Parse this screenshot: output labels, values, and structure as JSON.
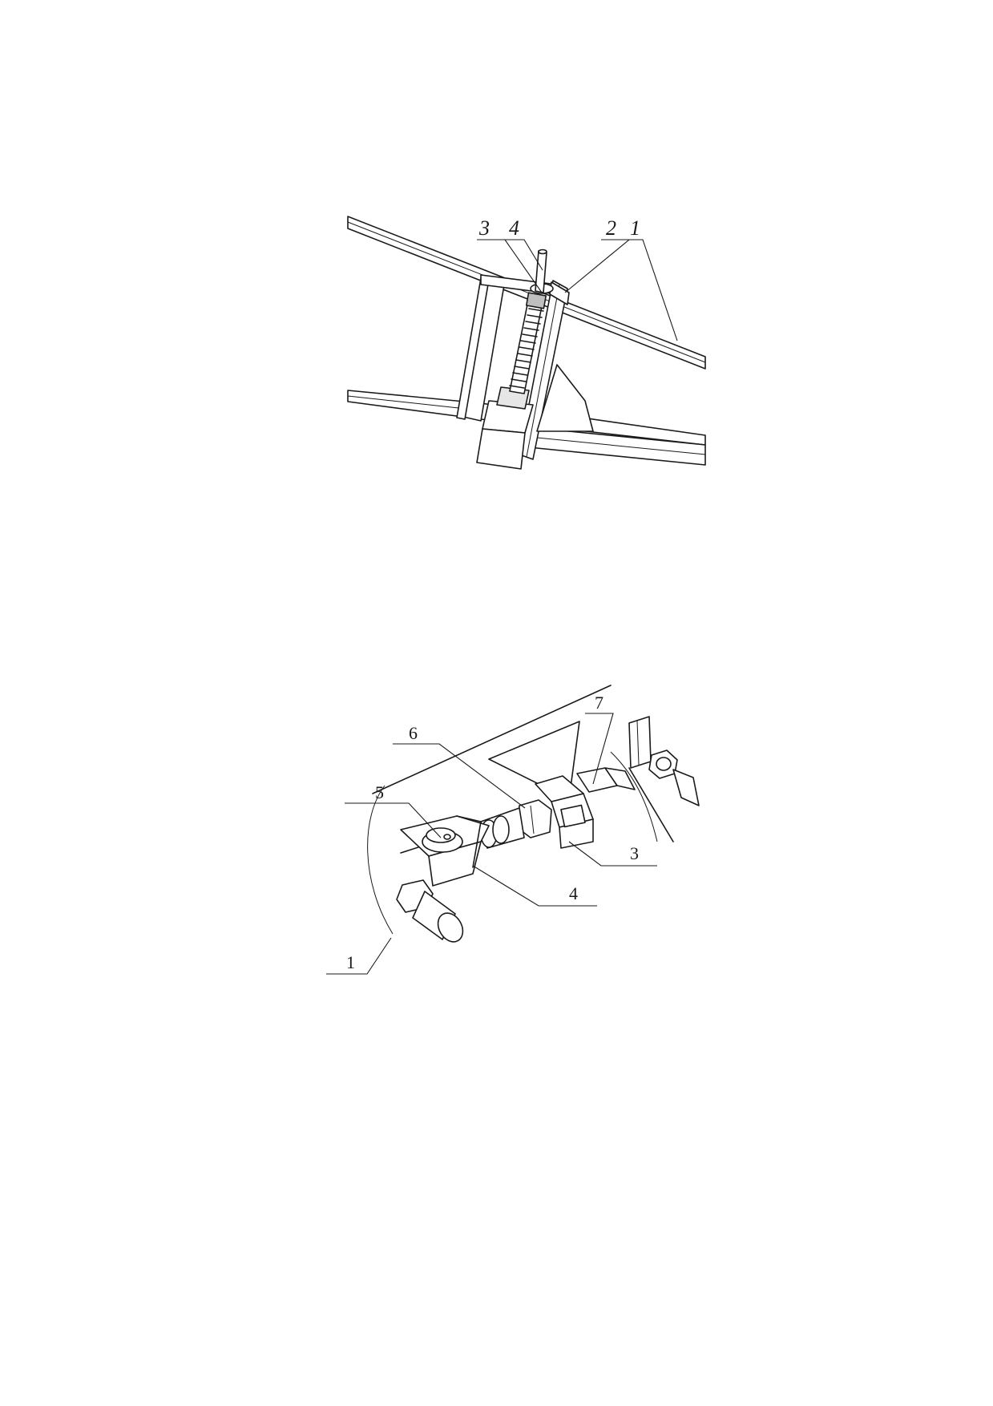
{
  "figure_top": {
    "callouts": [
      {
        "id": "3",
        "label": "3"
      },
      {
        "id": "4",
        "label": "4"
      },
      {
        "id": "2",
        "label": "2"
      },
      {
        "id": "1",
        "label": "1"
      }
    ]
  },
  "figure_bottom": {
    "callouts": [
      {
        "id": "6",
        "label": "6"
      },
      {
        "id": "7",
        "label": "7"
      },
      {
        "id": "5",
        "label": "5"
      },
      {
        "id": "3",
        "label": "3"
      },
      {
        "id": "4",
        "label": "4"
      },
      {
        "id": "1",
        "label": "1"
      }
    ]
  }
}
